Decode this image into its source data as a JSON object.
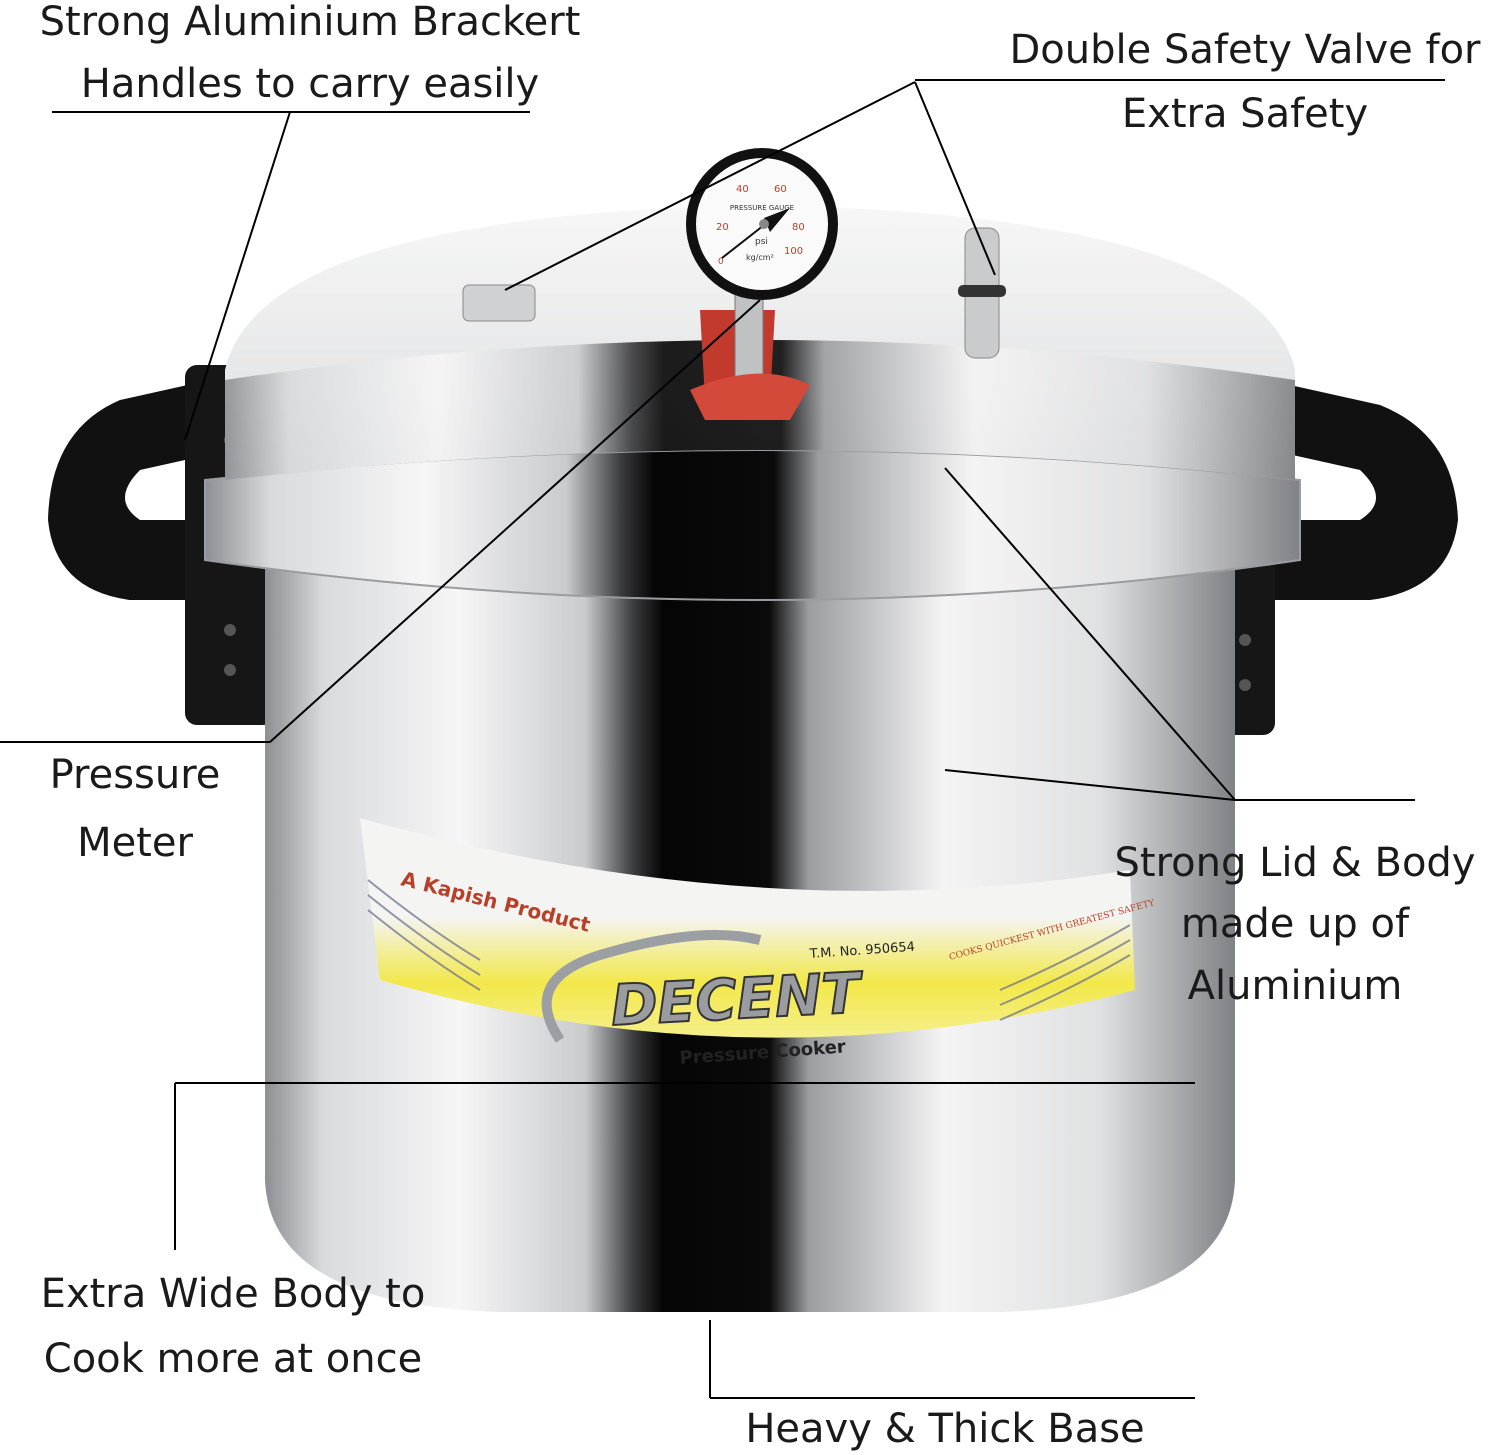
{
  "callouts": {
    "handles": {
      "line1": "Strong Aluminium Brackert",
      "line2": "Handles to carry easily"
    },
    "valve": {
      "line1": "Double Safety Valve for",
      "line2": "Extra Safety"
    },
    "meter": {
      "line1": "Pressure",
      "line2": "Meter"
    },
    "lid_body": {
      "line1": "Strong Lid & Body",
      "line2": "made up of",
      "line3": "Aluminium"
    },
    "wide_body": {
      "line1": "Extra Wide Body to",
      "line2": "Cook more at once"
    },
    "base": {
      "line1": "Heavy & Thick Base"
    }
  },
  "product_label": {
    "maker": "A Kapish Product",
    "trademark": "T.M. No. 950654",
    "brand": "DECENT",
    "product": "Pressure Cooker",
    "tagline": "COOKS QUICKEST WITH GREATEST SAFETY"
  },
  "gauge": {
    "title": "PRESSURE GAUGE",
    "unit1": "psi",
    "unit2": "kg/cm²",
    "psi_ticks": [
      "0",
      "20",
      "40",
      "60",
      "80",
      "100"
    ]
  },
  "colors": {
    "label_yellow": "#f2e84a",
    "label_red": "#b8402a",
    "handle": "#111111",
    "line": "#000000"
  }
}
